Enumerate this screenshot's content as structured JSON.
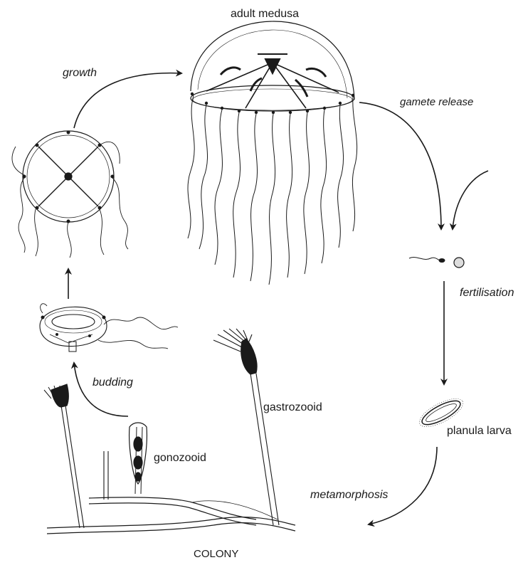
{
  "labels": {
    "adult_medusa": "adult medusa",
    "growth": "growth",
    "gamete_release": "gamete release",
    "fertilisation": "fertilisation",
    "budding": "budding",
    "gastrozooid": "gastrozooid",
    "gonozooid": "gonozooid",
    "planula_larva": "planula larva",
    "metamorphosis": "metamorphosis",
    "colony": "COLONY"
  },
  "colors": {
    "ink": "#1a1a1a",
    "background": "#ffffff"
  }
}
